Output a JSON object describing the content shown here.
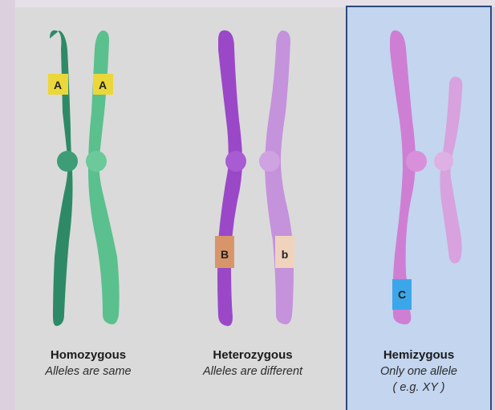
{
  "panels": [
    {
      "title": "Homozygous",
      "subtitle": "Alleles are same",
      "alleles": [
        "A",
        "A"
      ]
    },
    {
      "title": "Heterozygous",
      "subtitle": "Alleles are different",
      "alleles": [
        "B",
        "b"
      ]
    },
    {
      "title": "Hemizygous",
      "subtitle": "Only one allele",
      "subtitle2": "( e.g. XY )",
      "alleles": [
        "C"
      ]
    }
  ],
  "colors": {
    "homozygous_dark": "#2e8a66",
    "homozygous_light": "#5ac08e",
    "heterozygous_dark": "#9a48c8",
    "heterozygous_light": "#c592dc",
    "hemizygous_x": "#cf7fd3",
    "hemizygous_y": "#d7a2de",
    "allele_A": "#ecd73a",
    "allele_B": "#d9956a",
    "allele_b": "#f0d3bd",
    "allele_C": "#3ba7ea",
    "hemizygous_bg": "#c3d5ef",
    "hemizygous_border": "#2c4a7e"
  }
}
